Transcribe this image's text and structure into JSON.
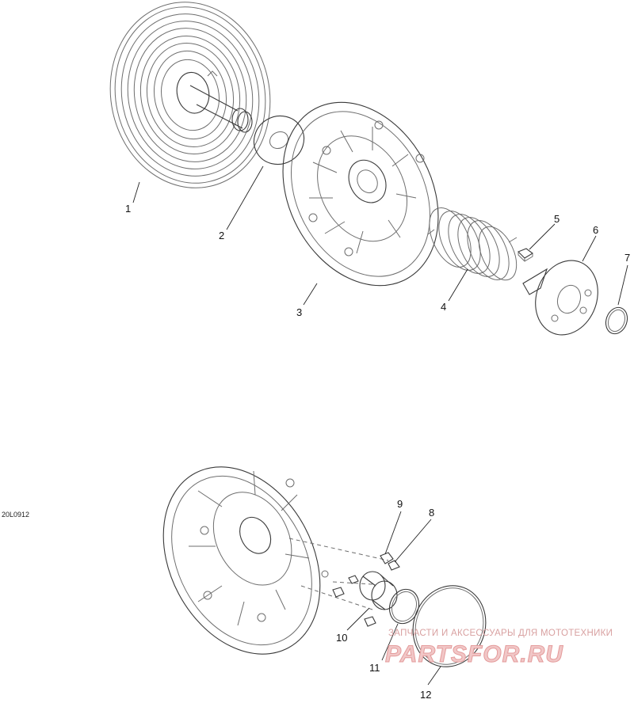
{
  "diagram": {
    "code": "20L0912",
    "callouts": [
      "1",
      "2",
      "3",
      "4",
      "5",
      "6",
      "7",
      "8",
      "9",
      "10",
      "11",
      "12"
    ],
    "watermark": {
      "tagline": "ЗАПЧАСТИ И АКСЕССУАРЫ ДЛЯ МОТОТЕХНИКИ",
      "brand": "PARTSFOR.RU"
    }
  }
}
